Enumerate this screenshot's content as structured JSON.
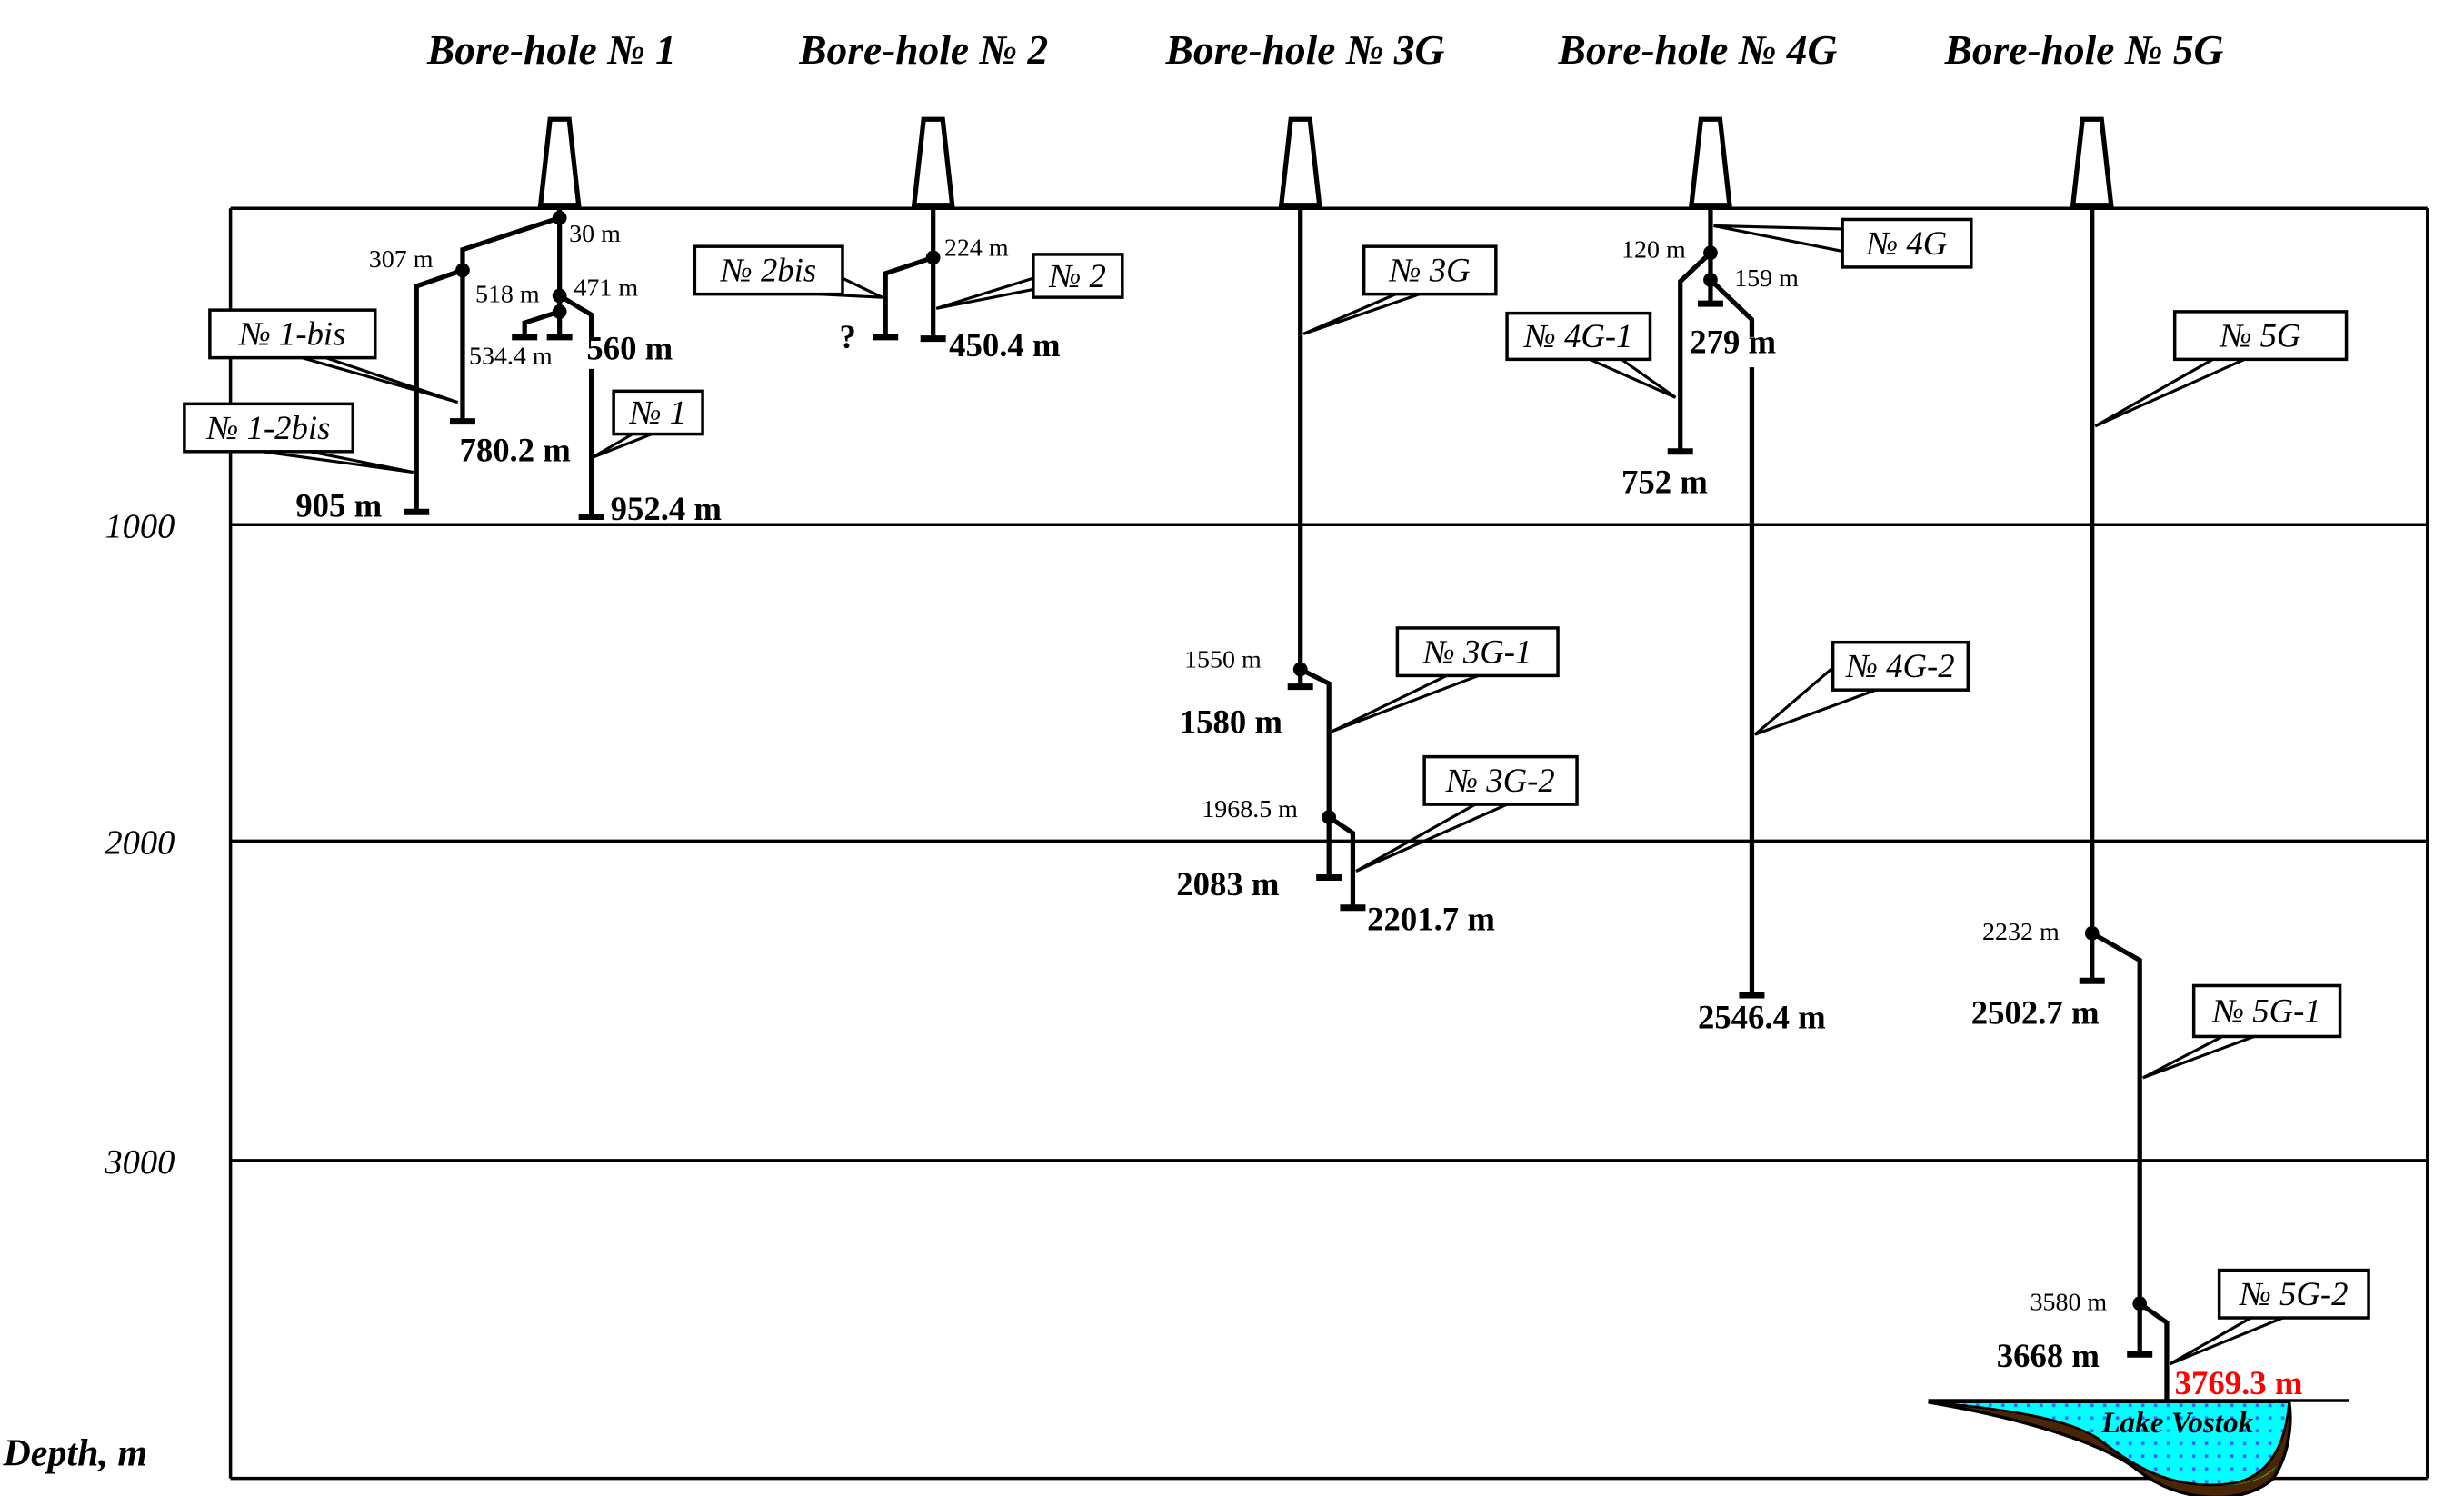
{
  "axis": {
    "label": "Depth, m",
    "ticks": [
      "1000",
      "2000",
      "3000"
    ]
  },
  "boreholes": [
    {
      "title": "Bore-hole № 1"
    },
    {
      "title": "Bore-hole № 2"
    },
    {
      "title": "Bore-hole № 3G"
    },
    {
      "title": "Bore-hole № 4G"
    },
    {
      "title": "Bore-hole № 5G"
    }
  ],
  "callouts": {
    "n1bis": "№ 1-bis",
    "n12bis": "№ 1-2bis",
    "n1": "№ 1",
    "n2bis": "№ 2bis",
    "n2": "№ 2",
    "n3g": "№ 3G",
    "n3g1": "№ 3G-1",
    "n3g2": "№ 3G-2",
    "n4g": "№ 4G",
    "n4g1": "№ 4G-1",
    "n4g2": "№ 4G-2",
    "n5g": "№ 5G",
    "n5g1": "№ 5G-1",
    "n5g2": "№ 5G-2"
  },
  "branch_points": {
    "d30": "30 m",
    "d307": "307 m",
    "d471": "471 m",
    "d518": "518 m",
    "d534": "534.4 m",
    "d224": "224 m",
    "d1550": "1550 m",
    "d1968": "1968.5 m",
    "d120": "120 m",
    "d159": "159 m",
    "d2232": "2232 m",
    "d3580": "3580 m"
  },
  "final_depths": {
    "d560": "560 m",
    "d780": "780.2 m",
    "d905": "905 m",
    "d952": "952.4 m",
    "unknown": "?",
    "d450": "450.4 m",
    "d1580": "1580 m",
    "d2083": "2083 m",
    "d2201": "2201.7 m",
    "d279": "279 m",
    "d752": "752 m",
    "d2546": "2546.4 m",
    "d2502": "2502.7 m",
    "d3668": "3668 m",
    "d3769": "3769.3 m"
  },
  "lake": {
    "label": "Lake Vostok"
  },
  "colors": {
    "highlight": "#ff0000",
    "water": "#00ffff",
    "water_dots": "#3a5cff",
    "sediment": "#4a2506",
    "algae": "#33ee22"
  }
}
